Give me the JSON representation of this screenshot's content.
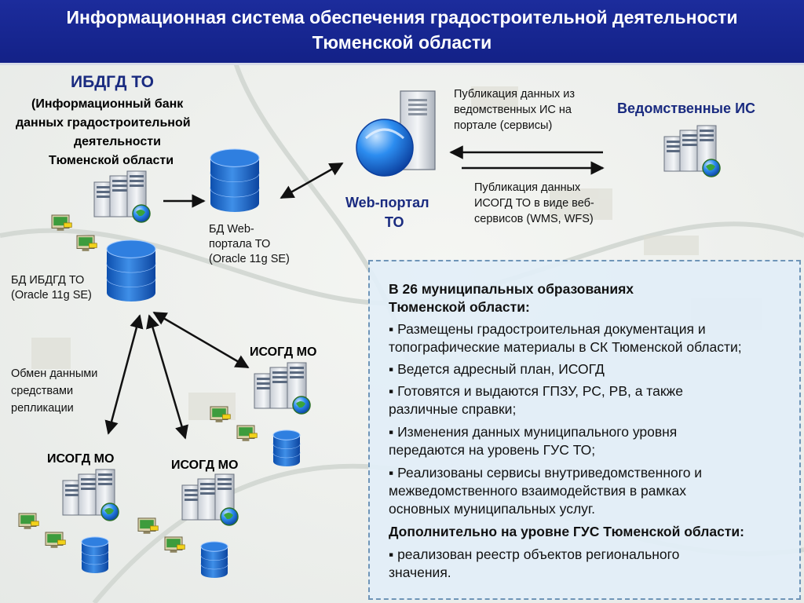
{
  "title": "Информационная система обеспечения градостроительной деятельности Тюменской области",
  "ibdgd": {
    "heading": "ИБДГД ТО",
    "lines": [
      "(Информационный банк",
      "данных градостроительной",
      "деятельности",
      "Тюменской области"
    ]
  },
  "db_web": [
    "БД Web-",
    "портала ТО",
    "(Oracle 11g SE)"
  ],
  "db_ibdgd": [
    "БД ИБДГД ТО",
    "(Oracle 11g SE)"
  ],
  "web_portal": [
    "Web-портал",
    "ТО"
  ],
  "vedom": "Ведомственные ИС",
  "pub_top": [
    "Публикация данных из",
    "ведомственных ИС на",
    "портале (сервисы)"
  ],
  "pub_bottom": [
    "Публикация данных",
    "ИСОГД ТО в виде веб-",
    "сервисов (WMS, WFS)"
  ],
  "exchange": [
    "Обмен данными",
    "средствами",
    "репликации"
  ],
  "isogd_mo": "ИСОГД МО",
  "info": {
    "heading": [
      "В 26 муниципальных образованиях",
      "Тюменской области:"
    ],
    "items": [
      [
        "▪ Размещены градостроительная документация и",
        "топографические материалы в СК Тюменской области;"
      ],
      [
        "▪ Ведется адресный план, ИСОГД"
      ],
      [
        "▪ Готовятся и выдаются ГПЗУ, РС, РВ, а также",
        "различные справки;"
      ],
      [
        "▪ Изменения данных муниципального уровня",
        "передаются на уровень ГУС ТО;"
      ],
      [
        "▪ Реализованы сервисы внутриведомственного и",
        "межведомственного взаимодействия в рамках",
        "основных муниципальных услуг."
      ]
    ],
    "heading2": "Дополнительно на уровне ГУС Тюменской области:",
    "items2": [
      [
        "▪ реализован реестр объектов регионального",
        "значения."
      ]
    ]
  },
  "colors": {
    "title_bg": "#132187",
    "heading_text": "#1a2b80",
    "db_blue": "#1f6fd1",
    "panel_border": "#6f95b8"
  },
  "icons": [
    "server-cluster-icon",
    "database-icon",
    "globe-icon",
    "tower-server-icon",
    "workstation-icon",
    "arrow-icon"
  ]
}
